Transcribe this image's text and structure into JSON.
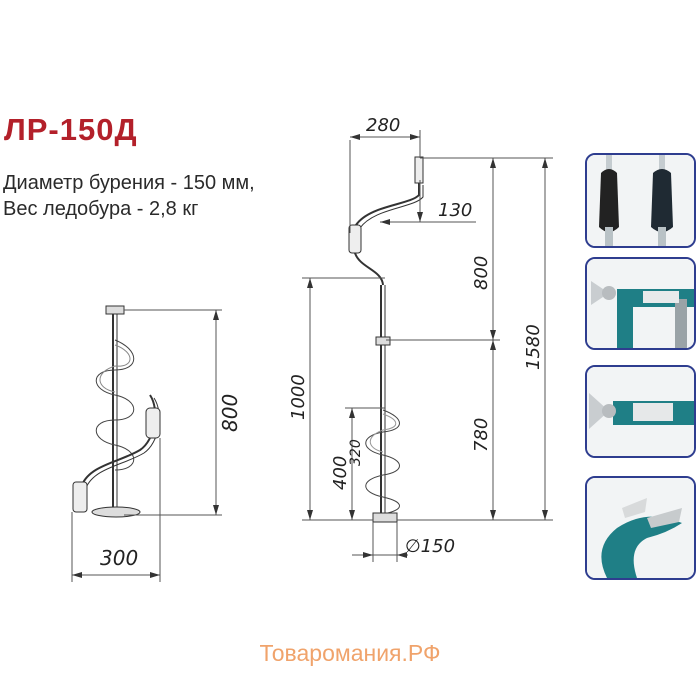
{
  "title": "ЛР-150Д",
  "specs": {
    "line1": "Диаметр бурения - 150 мм,",
    "line2": "Вес ледобура - 2,8 кг"
  },
  "dimensions": {
    "handle_width": "280",
    "offset": "130",
    "upper_length": "800",
    "total_length": "1580",
    "lower_length": "1000",
    "auger_length": "780",
    "spiral_length": "400",
    "spiral_length_hidden": "320",
    "diameter": "∅150",
    "folded_length": "800",
    "folded_width": "300"
  },
  "thumbnails": [
    {
      "name": "handle-grips"
    },
    {
      "name": "folding-joint-open"
    },
    {
      "name": "folding-joint-closed"
    },
    {
      "name": "cutting-blades"
    }
  ],
  "watermark": "Товаромания.РФ",
  "colors": {
    "title": "#b3202a",
    "frame": "#2e3d8f",
    "teal": "#1f7f86",
    "watermark": "#f0a36b"
  }
}
